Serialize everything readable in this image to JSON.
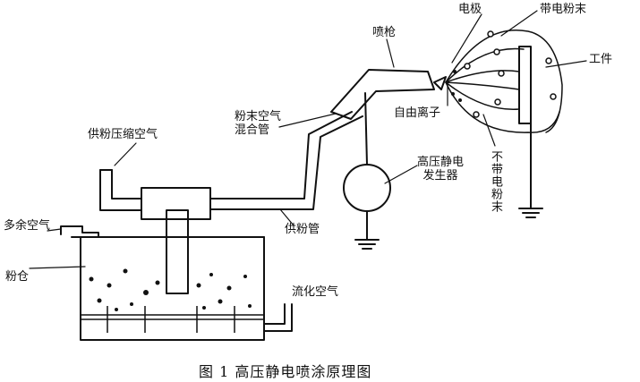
{
  "labels": {
    "electrode": "电极",
    "charged_powder": "带电粉末",
    "spray_gun": "喷枪",
    "workpiece": "工件",
    "mixing_tube": "粉末空气\n混合管",
    "free_ions": "自由离子",
    "supply_air": "供粉压缩空气",
    "hv_generator": "高压静电\n发生器",
    "uncharged_powder": "不带电粉末",
    "excess_air": "多余空气",
    "supply_tube": "供粉管",
    "hopper": "粉仓",
    "fluid_air": "流化空气"
  },
  "caption": "图 1   高压静电喷涂原理图",
  "colors": {
    "ink": "#111111",
    "background": "#ffffff"
  }
}
